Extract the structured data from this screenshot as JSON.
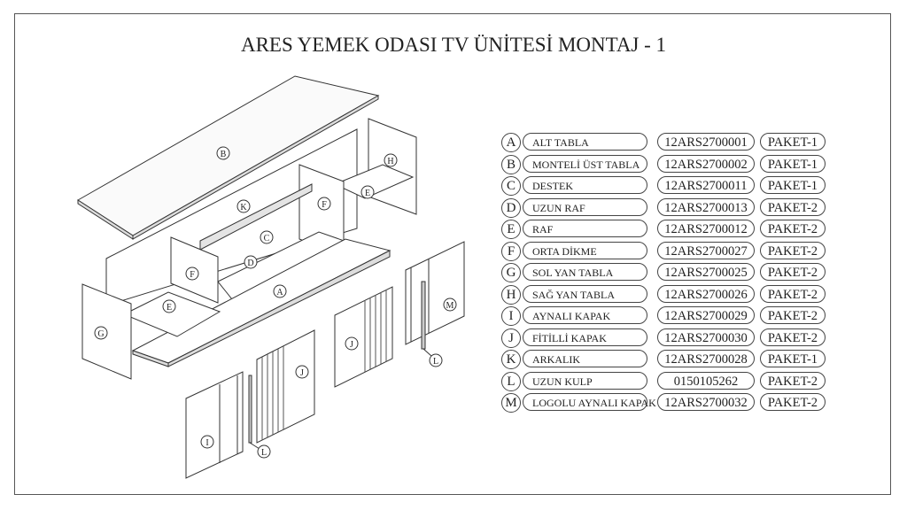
{
  "title": "ARES YEMEK ODASI TV ÜNİTESİ MONTAJ - 1",
  "parts": [
    {
      "letter": "A",
      "name": "ALT TABLA",
      "code": "12ARS2700001",
      "package": "PAKET-1"
    },
    {
      "letter": "B",
      "name": "MONTELİ ÜST TABLA",
      "code": "12ARS2700002",
      "package": "PAKET-1"
    },
    {
      "letter": "C",
      "name": "DESTEK",
      "code": "12ARS2700011",
      "package": "PAKET-1"
    },
    {
      "letter": "D",
      "name": "UZUN RAF",
      "code": "12ARS2700013",
      "package": "PAKET-2"
    },
    {
      "letter": "E",
      "name": "RAF",
      "code": "12ARS2700012",
      "package": "PAKET-2"
    },
    {
      "letter": "F",
      "name": "ORTA DİKME",
      "code": "12ARS2700027",
      "package": "PAKET-2"
    },
    {
      "letter": "G",
      "name": "SOL YAN TABLA",
      "code": "12ARS2700025",
      "package": "PAKET-2"
    },
    {
      "letter": "H",
      "name": "SAĞ YAN TABLA",
      "code": "12ARS2700026",
      "package": "PAKET-2"
    },
    {
      "letter": "I",
      "name": "AYNALI KAPAK",
      "code": "12ARS2700029",
      "package": "PAKET-2"
    },
    {
      "letter": "J",
      "name": "FİTİLLİ KAPAK",
      "code": "12ARS2700030",
      "package": "PAKET-2"
    },
    {
      "letter": "K",
      "name": "ARKALIK",
      "code": "12ARS2700028",
      "package": "PAKET-1"
    },
    {
      "letter": "L",
      "name": "UZUN KULP",
      "code": "0150105262",
      "package": "PAKET-2"
    },
    {
      "letter": "M",
      "name": "LOGOLU AYNALI KAPAK",
      "code": "12ARS2700032",
      "package": "PAKET-2"
    }
  ]
}
